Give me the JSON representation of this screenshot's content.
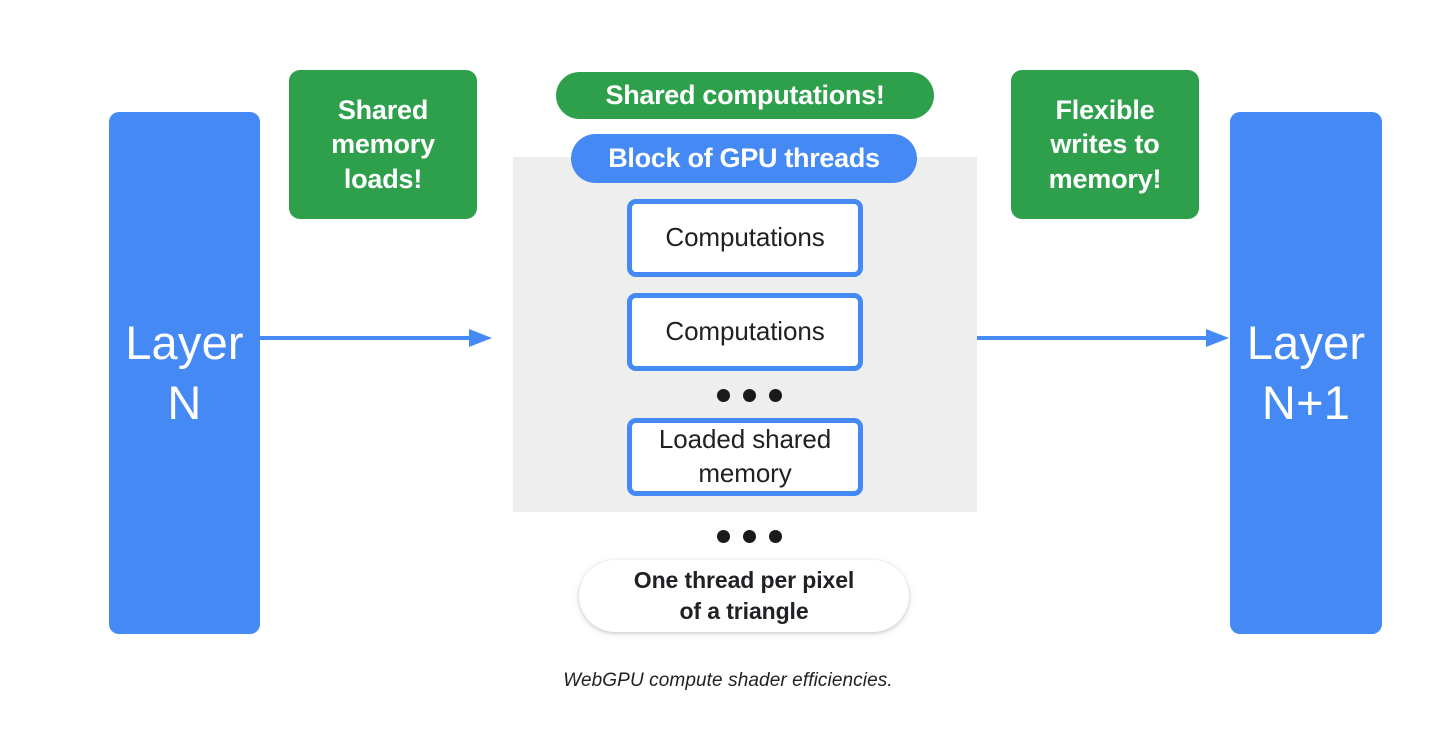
{
  "diagram": {
    "caption": "WebGPU compute shader efficiencies.",
    "layers": {
      "input": "Layer\nN",
      "output": "Layer\nN+1"
    },
    "callouts": {
      "left": "Shared\nmemory\nloads!",
      "right": "Flexible\nwrites to\nmemory!"
    },
    "pills": {
      "shared_computations": "Shared computations!",
      "block_of_gpu_threads": "Block of GPU threads",
      "one_thread": "One thread per pixel\nof a triangle"
    },
    "thread_boxes": [
      {
        "label": "Computations"
      },
      {
        "label": "Computations"
      },
      {
        "label": "Loaded shared\nmemory"
      }
    ],
    "ellipsis": "• • •",
    "colors": {
      "blue": "#4589F5",
      "green": "#2EA04C",
      "gray_region": "#EEEEEE",
      "text_dark": "#202124",
      "white": "#FFFFFF"
    }
  }
}
